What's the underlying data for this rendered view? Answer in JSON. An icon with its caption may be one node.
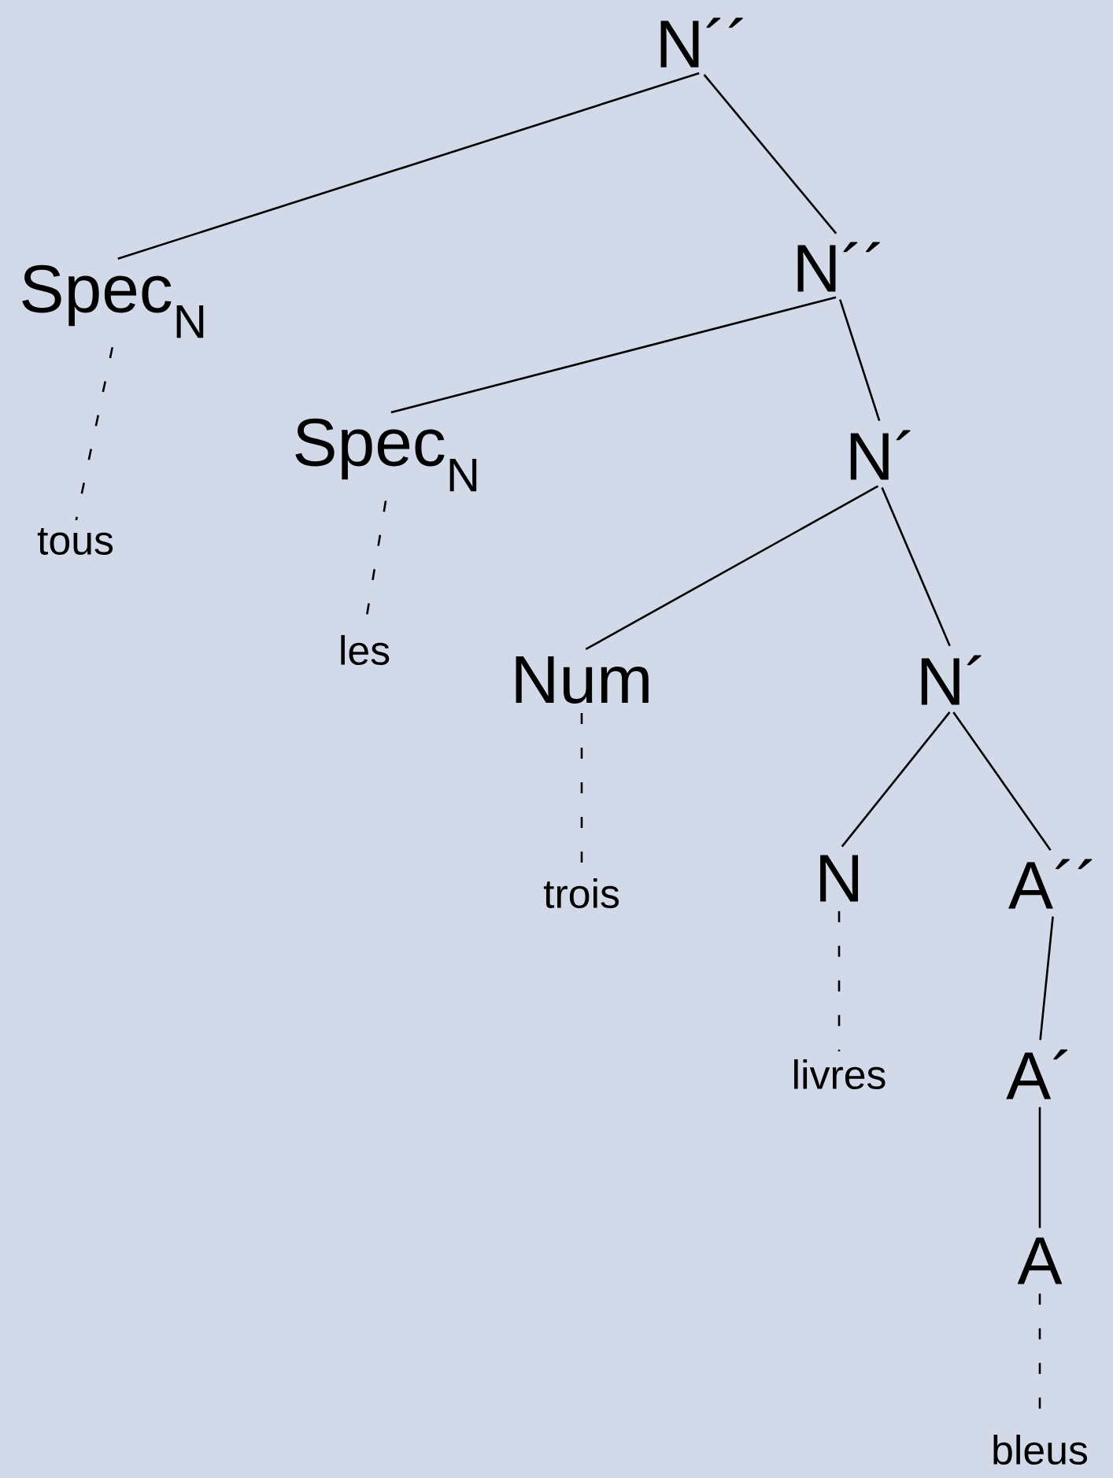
{
  "diagram": {
    "nodes": [
      {
        "text": [
          "N´´"
        ]
      },
      {
        "text": [
          "Spec$_{N}$"
        ]
      },
      {
        "text": [
          "N´´"
        ]
      },
      {
        "text": [
          "tous"
        ]
      },
      {
        "text": [
          "Spec$_{N}$"
        ]
      },
      {
        "text": [
          "N´"
        ]
      },
      {
        "text": [
          "les"
        ]
      },
      {
        "text": [
          "Num"
        ]
      },
      {
        "text": [
          "N´"
        ]
      },
      {
        "text": [
          "trois"
        ]
      },
      {
        "text": [
          "N"
        ]
      },
      {
        "text": [
          "A´´"
        ]
      },
      {
        "text": [
          "livres"
        ]
      },
      {
        "text": [
          "A´"
        ]
      },
      {
        "text": [
          "A"
        ]
      },
      {
        "text": [
          "bleus"
        ]
      }
    ],
    "edges": [
      {
        "from": 0,
        "to": 1,
        "arrow": "none"
      },
      {
        "from": 0,
        "to": 2,
        "arrow": "none"
      },
      {
        "from": 1,
        "to": 3,
        "arrow": "none",
        "style": "dashed"
      },
      {
        "from": 2,
        "to": 4,
        "arrow": "none"
      },
      {
        "from": 2,
        "to": 5,
        "arrow": "none"
      },
      {
        "from": 4,
        "to": 6,
        "arrow": "none",
        "style": "dashed"
      },
      {
        "from": 5,
        "to": 7,
        "arrow": "none"
      },
      {
        "from": 5,
        "to": 8,
        "arrow": "none"
      },
      {
        "from": 7,
        "to": 9,
        "arrow": "none",
        "style": "dashed"
      },
      {
        "from": 8,
        "to": 10,
        "arrow": "none"
      },
      {
        "from": 8,
        "to": 11,
        "arrow": "none"
      },
      {
        "from": 10,
        "to": 12,
        "arrow": "none",
        "style": "dashed"
      },
      {
        "from": 11,
        "to": 13,
        "arrow": "none"
      },
      {
        "from": 13,
        "to": 14,
        "arrow": "none"
      },
      {
        "from": 14,
        "to": 15,
        "arrow": "none",
        "style": "dashed"
      }
    ]
  }
}
